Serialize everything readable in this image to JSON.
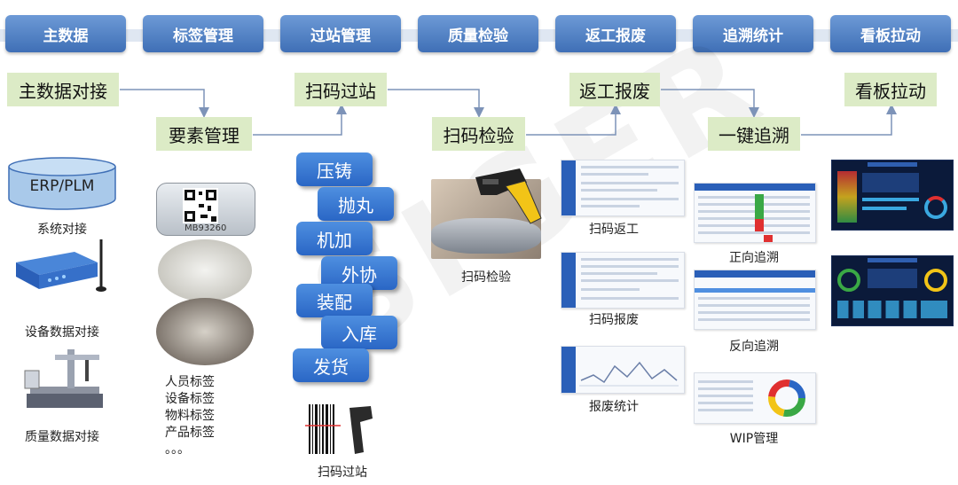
{
  "top_tabs": [
    "主数据",
    "标签管理",
    "过站管理",
    "质量检验",
    "返工报废",
    "追溯统计",
    "看板拉动"
  ],
  "flow_steps": {
    "master_data_integration": "主数据对接",
    "element_management": "要素管理",
    "scan_station": "扫码过站",
    "scan_inspection": "扫码检验",
    "rework_scrap": "返工报废",
    "one_click_trace": "一键追溯",
    "kanban_pull": "看板拉动"
  },
  "master_data": {
    "erp_label": "ERP/PLM",
    "system_caption": "系统对接",
    "device_caption": "设备数据对接",
    "quality_caption": "质量数据对接"
  },
  "labels": {
    "tag_code": "MB93260",
    "lines": [
      "人员标签",
      "设备标签",
      "物料标签",
      "产品标签",
      "。。。"
    ]
  },
  "process_steps": [
    "压铸",
    "抛丸",
    "机加",
    "外协",
    "装配",
    "入库",
    "发货"
  ],
  "captions": {
    "scan_station": "扫码过站",
    "scan_inspection": "扫码检验",
    "scan_rework": "扫码返工",
    "scan_scrap": "扫码报废",
    "scrap_stats": "报废统计",
    "forward_trace": "正向追溯",
    "reverse_trace": "反向追溯",
    "wip": "WIP管理"
  },
  "colors": {
    "tab_blue": "#3f6fb6",
    "step_green": "#dcebc6",
    "process_blue": "#2a66c5",
    "dashboard_dark": "#0b1a3a"
  }
}
